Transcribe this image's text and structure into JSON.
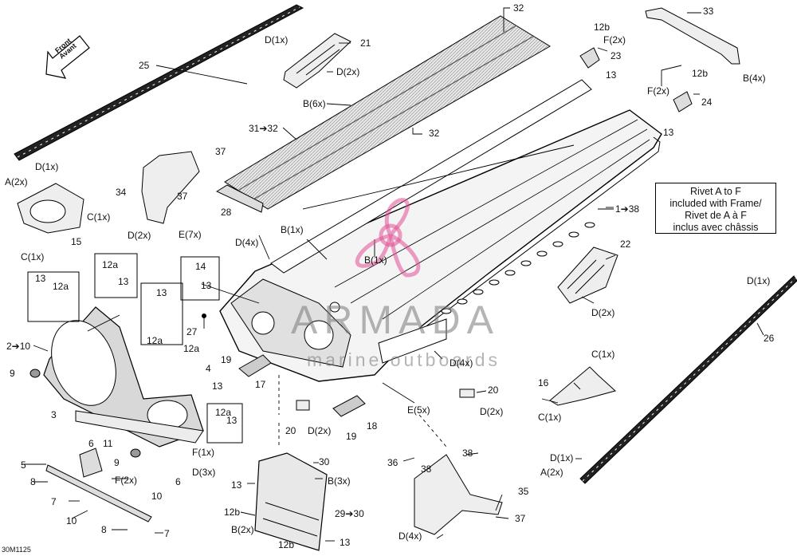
{
  "diagram": {
    "front_label": [
      "Front",
      "Avant"
    ],
    "callout": [
      "Rivet A to F",
      "included with Frame/",
      "Rivet de A à F",
      "inclus avec châssis"
    ],
    "watermark": {
      "brand": "ARMADA",
      "tagline": "marine outboards"
    },
    "drawing_code": "30M1125",
    "labels": {
      "l32a": "32",
      "l33": "33",
      "l12b_a": "12b",
      "lF2x_a": "F(2x)",
      "l23": "23",
      "l13_a": "13",
      "l12b_b": "12b",
      "lF2x_b": "F(2x)",
      "l24": "24",
      "l13_b": "13",
      "lB4x_a": "B(4x)",
      "lD1x_a": "D(1x)",
      "l21": "21",
      "lD2x_a": "D(2x)",
      "l25": "25",
      "lB6x": "B(6x)",
      "l31to32": "31➔32",
      "l32b": "32",
      "lD1x_b": "D(1x)",
      "lA2x_a": "A(2x)",
      "l37a": "37",
      "l34": "34",
      "l37b": "37",
      "l28": "28",
      "lC1x_a": "C(1x)",
      "l15": "15",
      "lC1x_b": "C(1x)",
      "lD2x_b": "D(2x)",
      "lE7x": "E(7x)",
      "lD4x_a": "D(4x)",
      "lB1x_a": "B(1x)",
      "lB1x_b": "B(1x)",
      "l1to38": "1➔38",
      "l22": "22",
      "lD2x_c": "D(2x)",
      "lD1x_c": "D(1x)",
      "l26": "26",
      "l12a_a": "12a",
      "l13_c": "13",
      "l14": "14",
      "l13_d": "13",
      "l13_e": "13",
      "l12a_b": "12a",
      "l13_f": "13",
      "l12a_c": "12a",
      "l2to10": "2➔10",
      "l9a": "9",
      "l27": "27",
      "l12a_d": "12a",
      "l4": "4",
      "l13_g": "13",
      "l19a": "19",
      "l17": "17",
      "lD4x_b": "D(4x)",
      "l20a": "20",
      "lD2x_d": "D(2x)",
      "lE5x": "E(5x)",
      "l3": "3",
      "l12a_e": "12a",
      "l13_h": "13",
      "l6a": "6",
      "l11": "11",
      "l9b": "9",
      "lF1x": "F(1x)",
      "lD3x": "D(3x)",
      "l6b": "6",
      "l20b": "20",
      "lD2x_e": "D(2x)",
      "l19b": "19",
      "l18": "18",
      "lC1x_c": "C(1x)",
      "l16": "16",
      "lC1x_d": "C(1x)",
      "lD1x_d": "D(1x)",
      "lA2x_b": "A(2x)",
      "l5": "5",
      "l8a": "8",
      "lF2x_c": "F(2x)",
      "l7a": "7",
      "l10": "10",
      "l8b": "8",
      "l7b": "7",
      "l30": "30",
      "l13_i": "13",
      "lB3x": "B(3x)",
      "l12b_c": "12b",
      "lB2x": "B(2x)",
      "l29to30": "29➔30",
      "l12b_d": "12b",
      "l13_j": "13",
      "l36": "36",
      "l38a": "38",
      "l38b": "38",
      "l35": "35",
      "l37c": "37",
      "lD4x_c": "D(4x)"
    }
  }
}
